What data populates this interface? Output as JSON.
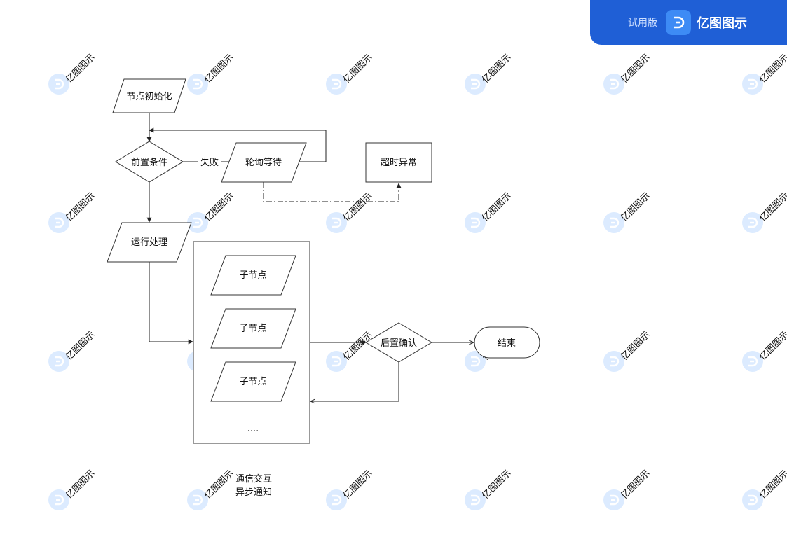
{
  "banner": {
    "trial_label": "试用版",
    "brand_name": "亿图图示",
    "icon": "edraw-logo-icon",
    "color": "#1f5fd6"
  },
  "watermark": {
    "text": "亿图图示",
    "icon": "edraw-logo-icon"
  },
  "diagram": {
    "nodes": {
      "init": "节点初始化",
      "precondition": "前置条件",
      "poll_wait": "轮询等待",
      "timeout": "超时异常",
      "run": "运行处理",
      "child1": "子节点",
      "child2": "子节点",
      "child3": "子节点",
      "ellipsis": "....",
      "post_confirm": "后置确认",
      "end": "结束"
    },
    "edge_labels": {
      "fail": "失败"
    },
    "notes": {
      "line1": "通信交互",
      "line2": "异步通知"
    }
  }
}
